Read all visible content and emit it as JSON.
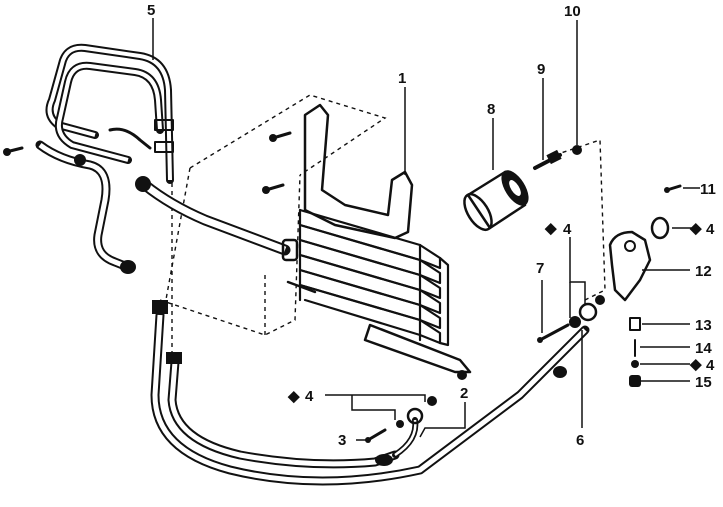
{
  "diagram": {
    "ink_color": "#111111",
    "background": "#ffffff",
    "parts": {
      "cooler_bracket": {
        "number": "1"
      },
      "lower_hose": {
        "number": "2"
      },
      "bolt_small": {
        "number": "3"
      },
      "washer_a": {
        "number": "4",
        "marker": "◆"
      },
      "washer_b": {
        "number": "4",
        "marker": "◆"
      },
      "washer_c": {
        "number": "4",
        "marker": "◆"
      },
      "washer_d": {
        "number": "4",
        "marker": "◆"
      },
      "outlet_hose": {
        "number": "6"
      },
      "banjo_bolt": {
        "number": "7"
      },
      "oil_filter": {
        "number": "8"
      },
      "union_bolt": {
        "number": "9"
      },
      "bolt_top": {
        "number": "10"
      },
      "screw": {
        "number": "11"
      },
      "thermostat_housing": {
        "number": "12"
      },
      "plug": {
        "number": "13"
      },
      "spring": {
        "number": "14"
      },
      "cap_nut": {
        "number": "15"
      },
      "pipe_assembly": {
        "number": "5"
      }
    }
  }
}
